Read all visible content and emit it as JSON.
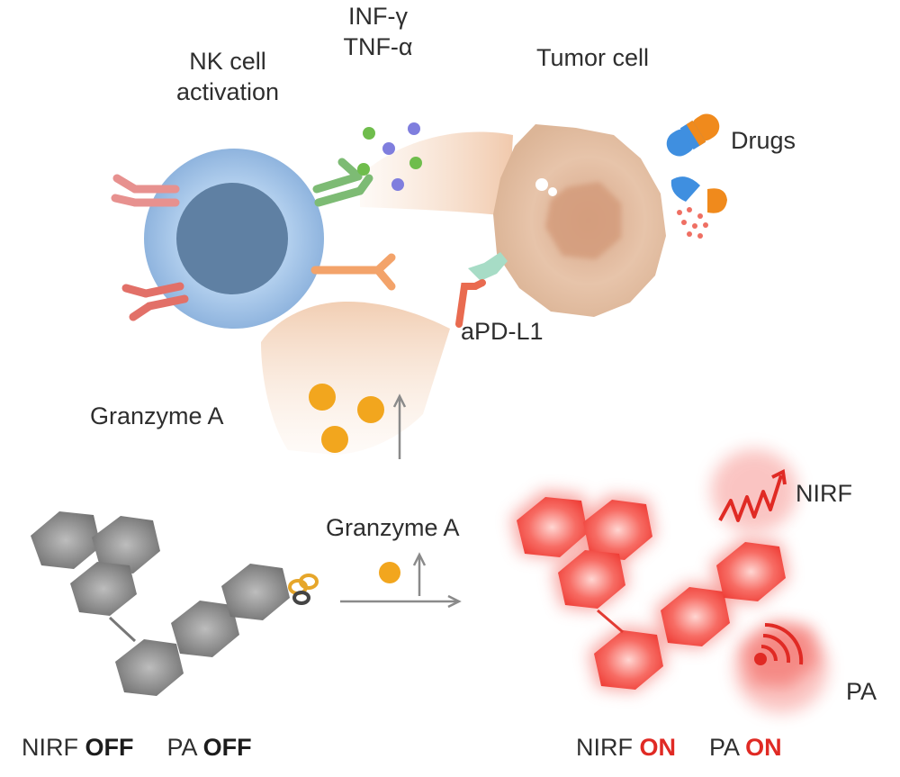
{
  "labels": {
    "nk_activation_line1": "NK cell",
    "nk_activation_line2": "activation",
    "cytokine_1": "INF-γ",
    "cytokine_2": "TNF-α",
    "tumor_cell": "Tumor cell",
    "drugs": "Drugs",
    "apdl1": "aPD-L1",
    "granzyme_top": "Granzyme A",
    "granzyme_mid": "Granzyme A",
    "nirf_emission": "NIRF",
    "pa_emission": "PA",
    "state_off": {
      "nirf": "NIRF",
      "nirf_state": "OFF",
      "pa": "PA",
      "pa_state": "OFF"
    },
    "state_on": {
      "nirf": "NIRF",
      "nirf_state": "ON",
      "pa": "PA",
      "pa_state": "ON"
    }
  },
  "colors": {
    "nk_cell_outer": "#a9c8ea",
    "nk_cell_nucleus": "#5f80a3",
    "tumor_cell": "#e6c3a8",
    "probe_off": "#858585",
    "probe_on": "#f0403c",
    "granzyme": "#f2a61e",
    "cytokine_green": "#6fbd4c",
    "cytokine_purple": "#7f7ede",
    "drug_blue": "#3f8fe0",
    "drug_orange": "#f08a1c",
    "state_on_text": "#e02a24",
    "state_off_text": "#1c1c1c"
  },
  "icons": [
    "nk-cell-icon",
    "tumor-cell-icon",
    "receptor-icon",
    "antibody-icon",
    "drug-capsule-icon",
    "granzyme-particle-icon",
    "wave-icon",
    "sound-wave-icon",
    "arrow-icon",
    "cleavable-linker-icon"
  ]
}
